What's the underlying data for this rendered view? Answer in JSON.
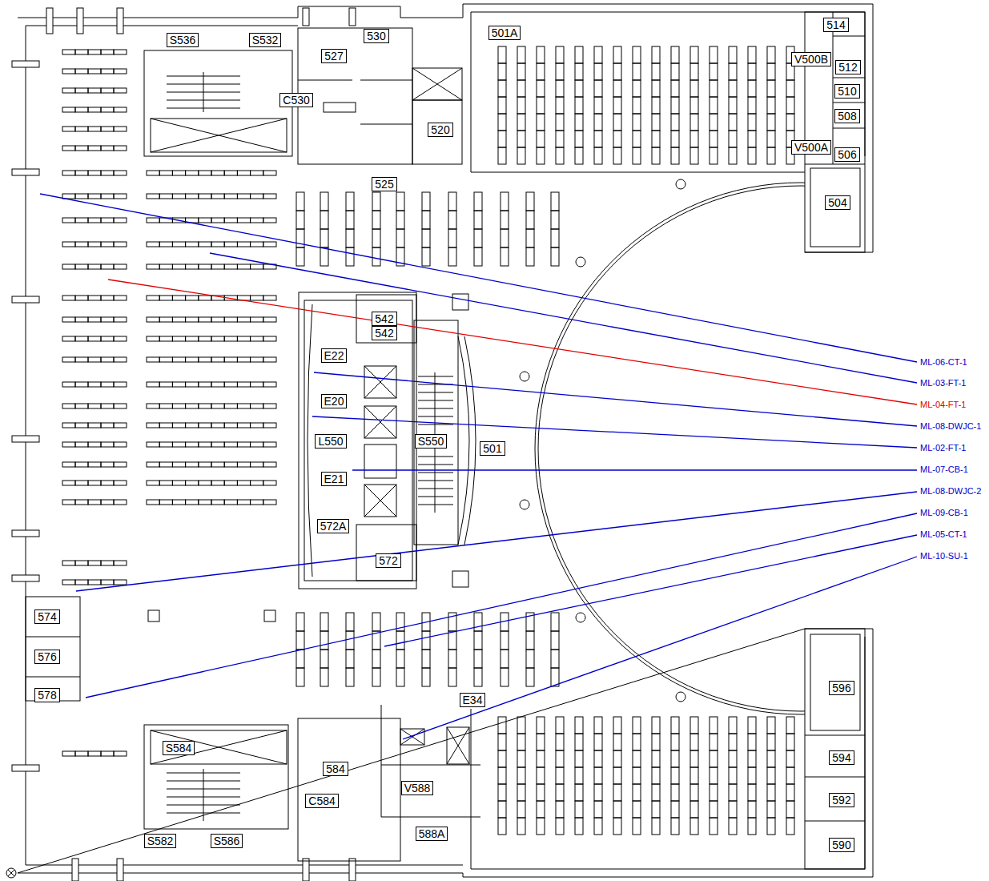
{
  "diagram": {
    "nodes": [
      {
        "text": [
          "S536"
        ]
      },
      {
        "text": [
          "S532"
        ]
      },
      {
        "text": [
          "530"
        ]
      },
      {
        "text": [
          "527"
        ]
      },
      {
        "text": [
          "C530"
        ]
      },
      {
        "text": [
          "501A"
        ]
      },
      {
        "text": [
          "514"
        ]
      },
      {
        "text": [
          "V500B"
        ]
      },
      {
        "text": [
          "512"
        ]
      },
      {
        "text": [
          "510"
        ]
      },
      {
        "text": [
          "508"
        ]
      },
      {
        "text": [
          "V500A"
        ]
      },
      {
        "text": [
          "506"
        ]
      },
      {
        "text": [
          "520"
        ]
      },
      {
        "text": [
          "525"
        ]
      },
      {
        "text": [
          "504"
        ]
      },
      {
        "text": [
          "542"
        ]
      },
      {
        "text": [
          "542"
        ]
      },
      {
        "text": [
          "E22"
        ]
      },
      {
        "text": [
          "E20"
        ]
      },
      {
        "text": [
          "L550"
        ]
      },
      {
        "text": [
          "S550"
        ]
      },
      {
        "text": [
          "501"
        ]
      },
      {
        "text": [
          "E21"
        ]
      },
      {
        "text": [
          "572A"
        ]
      },
      {
        "text": [
          "572"
        ]
      },
      {
        "text": [
          "574"
        ]
      },
      {
        "text": [
          "576"
        ]
      },
      {
        "text": [
          "578"
        ]
      },
      {
        "text": [
          "E34"
        ]
      },
      {
        "text": [
          "596"
        ]
      },
      {
        "text": [
          "S584"
        ]
      },
      {
        "text": [
          "594"
        ]
      },
      {
        "text": [
          "584"
        ]
      },
      {
        "text": [
          "V588"
        ]
      },
      {
        "text": [
          "C584"
        ]
      },
      {
        "text": [
          "592"
        ]
      },
      {
        "text": [
          "588A"
        ]
      },
      {
        "text": [
          "S582"
        ]
      },
      {
        "text": [
          "S586"
        ]
      },
      {
        "text": [
          "590"
        ]
      }
    ],
    "labels": [
      "ML-06-CT-1",
      "ML-03-FT-1",
      "ML-04-FT-1",
      "ML-08-DWJC-1",
      "ML-02-FT-1",
      "ML-07-CB-1",
      "ML-08-DWJC-2",
      "ML-09-CB-1",
      "ML-05-CT-1",
      "ML-10-SU-1"
    ]
  }
}
